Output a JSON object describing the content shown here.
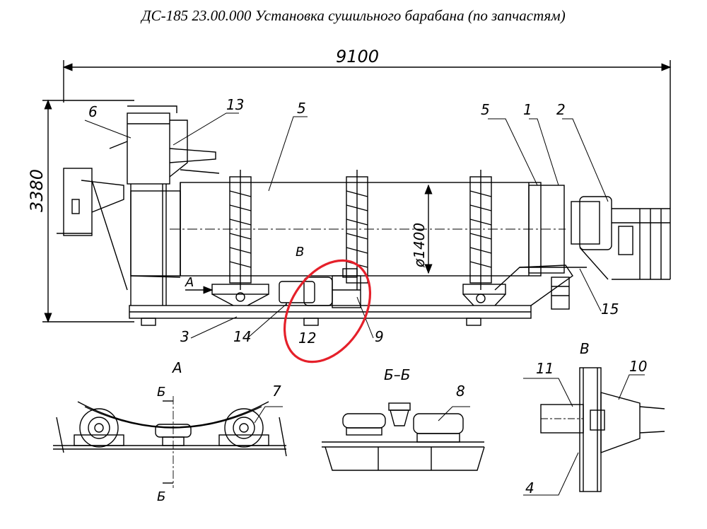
{
  "title": "ДС-185 23.00.000 Установка сушильного барабана (по запчастям)",
  "dimensions": {
    "length": "9100",
    "height": "3380",
    "diameter": "ø1400"
  },
  "views": {
    "view_a": "А",
    "section_bb": "Б–Б",
    "view_b": "В",
    "cut_mark": "Б",
    "arrow_a": "А",
    "arrow_b": "В"
  },
  "callouts": {
    "c1": "1",
    "c2": "2",
    "c3": "3",
    "c4": "4",
    "c5a": "5",
    "c5b": "5",
    "c6": "6",
    "c7": "7",
    "c8": "8",
    "c9": "9",
    "c10": "10",
    "c11": "11",
    "c12": "12",
    "c13": "13",
    "c14": "14",
    "c15": "15"
  },
  "highlight": {
    "color": "#e5202a"
  },
  "colors": {
    "line": "#000000",
    "background": "#ffffff"
  }
}
